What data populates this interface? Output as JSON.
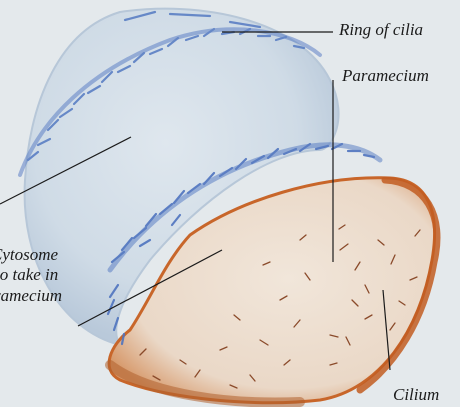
{
  "labels": {
    "ring_of_cilia": "Ring of cilia",
    "paramecium": "Paramecium",
    "cytosome_line1": "Cytosome",
    "cytosome_line2": "to take in",
    "cytosome_line3": "paramecium",
    "cilium": "Cilium"
  },
  "colors": {
    "background": "#e4e9ec",
    "predator_body": "#cfdbe6",
    "cilia_blue": "#5b7fc4",
    "paramecium_body": "#ead8c7",
    "paramecium_edge": "#c8662a",
    "leader_line": "#1b1b1b"
  }
}
